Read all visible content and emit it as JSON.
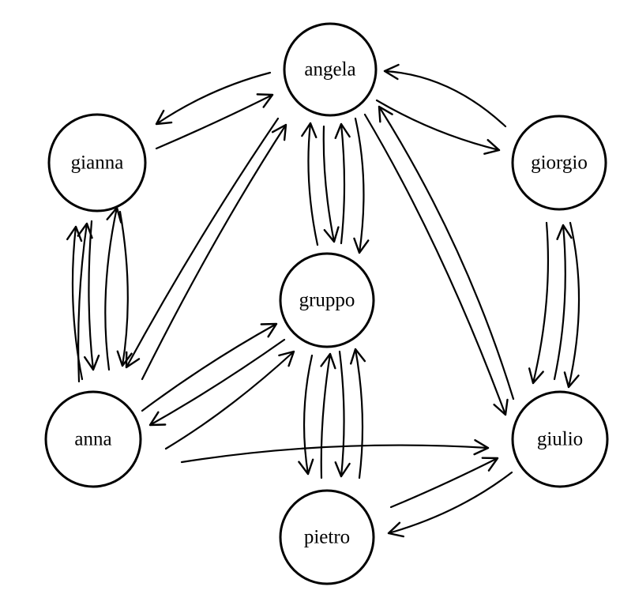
{
  "diagram": {
    "stroke_color": "#000000",
    "background": "#ffffff",
    "nodes": [
      {
        "id": "angela",
        "label": "angela"
      },
      {
        "id": "gianna",
        "label": "gianna"
      },
      {
        "id": "giorgio",
        "label": "giorgio"
      },
      {
        "id": "gruppo",
        "label": "gruppo"
      },
      {
        "id": "anna",
        "label": "anna"
      },
      {
        "id": "giulio",
        "label": "giulio"
      },
      {
        "id": "pietro",
        "label": "pietro"
      }
    ],
    "edges": [
      {
        "from": "gianna",
        "to": "angela"
      },
      {
        "from": "angela",
        "to": "gianna"
      },
      {
        "from": "angela",
        "to": "giorgio"
      },
      {
        "from": "giorgio",
        "to": "angela"
      },
      {
        "from": "gianna",
        "to": "anna"
      },
      {
        "from": "anna",
        "to": "gianna"
      },
      {
        "from": "anna",
        "to": "gianna"
      },
      {
        "from": "anna",
        "to": "angela"
      },
      {
        "from": "angela",
        "to": "anna"
      },
      {
        "from": "gruppo",
        "to": "angela"
      },
      {
        "from": "angela",
        "to": "gruppo"
      },
      {
        "from": "gruppo",
        "to": "angela"
      },
      {
        "from": "angela",
        "to": "gruppo"
      },
      {
        "from": "angela",
        "to": "giulio"
      },
      {
        "from": "giulio",
        "to": "angela"
      },
      {
        "from": "giorgio",
        "to": "giulio"
      },
      {
        "from": "giulio",
        "to": "giorgio"
      },
      {
        "from": "giorgio",
        "to": "giulio"
      },
      {
        "from": "anna",
        "to": "gruppo"
      },
      {
        "from": "gruppo",
        "to": "anna"
      },
      {
        "from": "anna",
        "to": "gruppo"
      },
      {
        "from": "gruppo",
        "to": "pietro"
      },
      {
        "from": "pietro",
        "to": "gruppo"
      },
      {
        "from": "gruppo",
        "to": "pietro"
      },
      {
        "from": "pietro",
        "to": "gruppo"
      },
      {
        "from": "anna",
        "to": "giulio"
      },
      {
        "from": "pietro",
        "to": "giulio"
      },
      {
        "from": "giulio",
        "to": "pietro"
      }
    ]
  }
}
